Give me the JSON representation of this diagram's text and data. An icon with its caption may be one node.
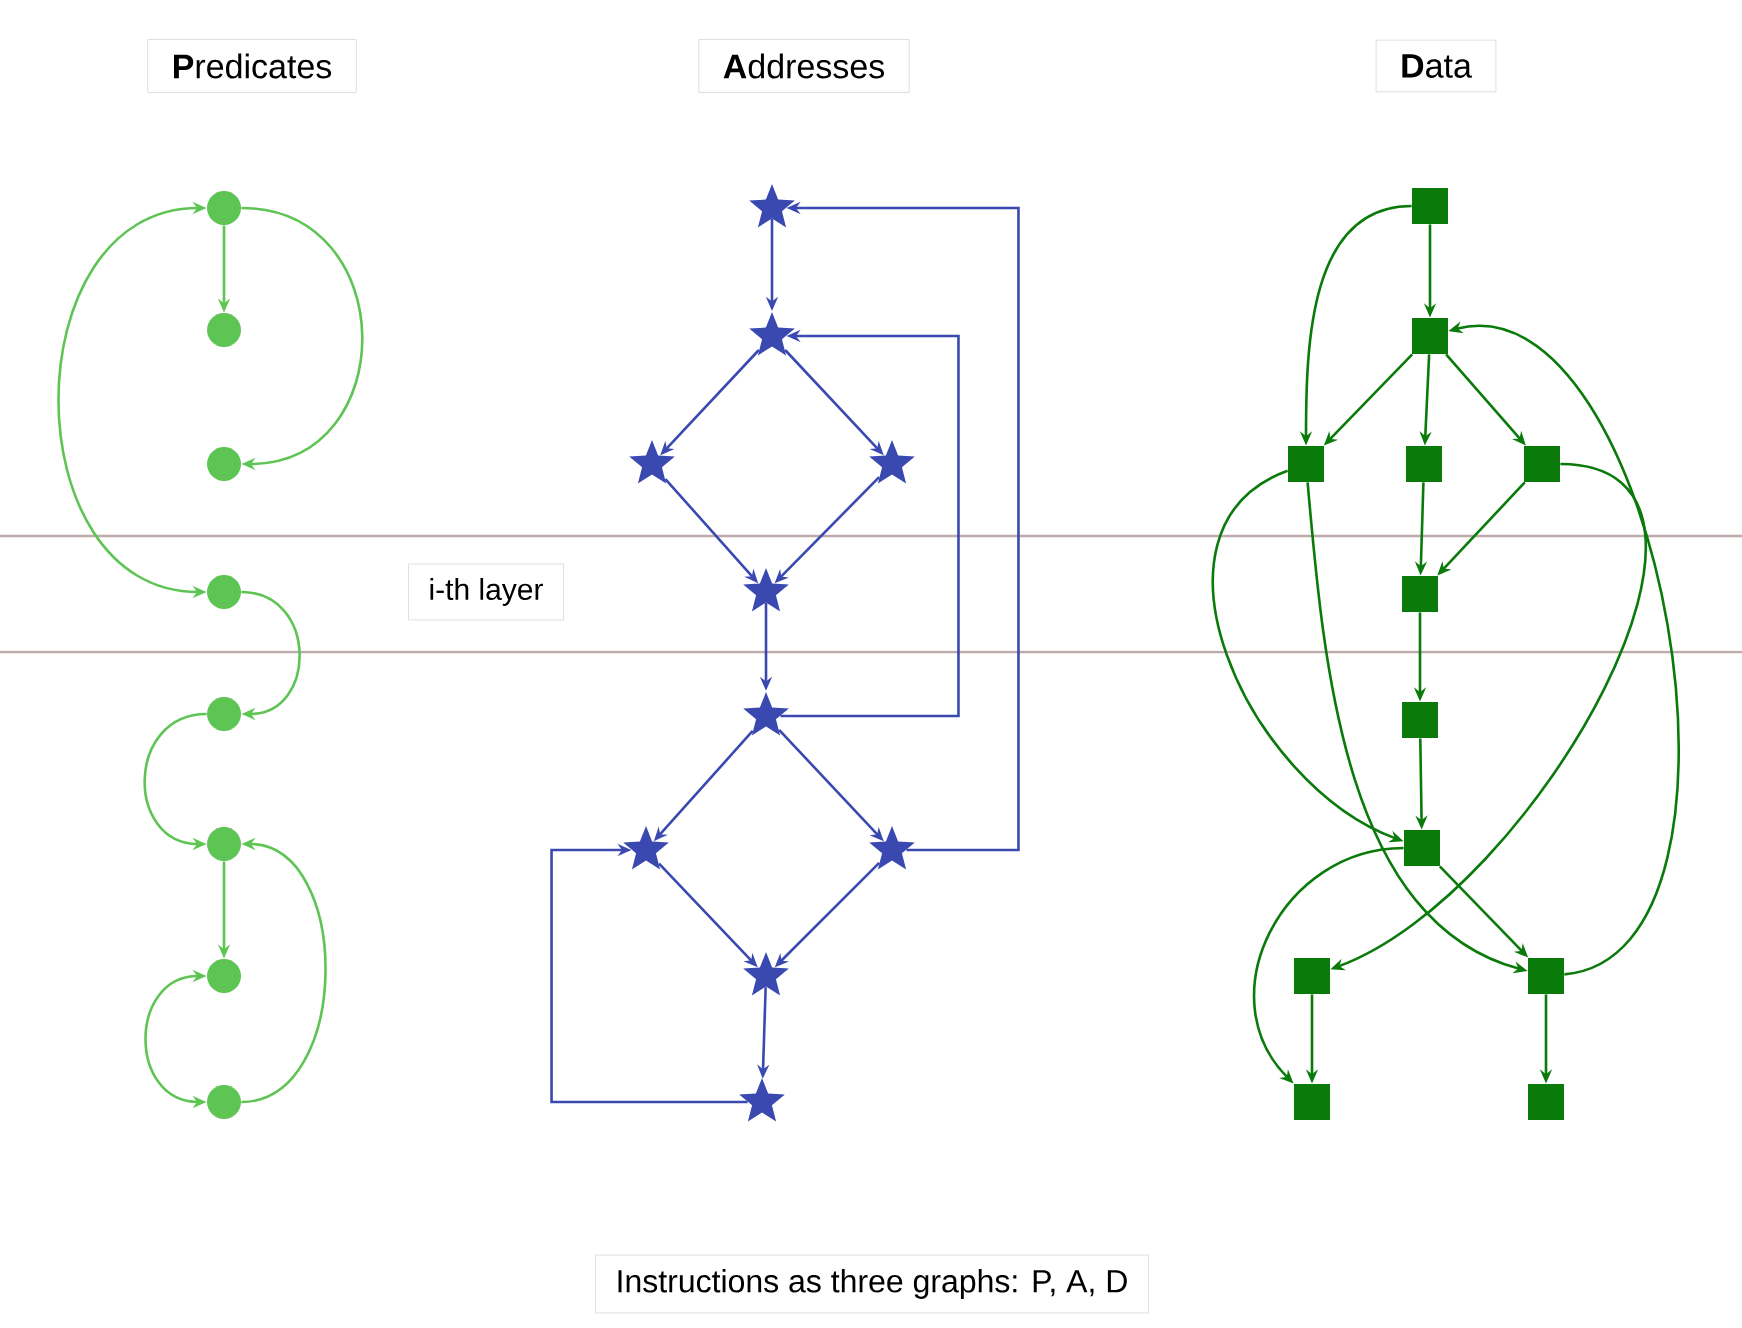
{
  "diagram": {
    "nodes": [
      {
        "text": [
          "**P**redicates"
        ]
      },
      {
        "text": [
          "**A**ddresses"
        ]
      },
      {
        "text": [
          "**D**ata"
        ]
      },
      {
        "text": [],
        "shape": "circle"
      },
      {
        "text": [],
        "shape": "circle"
      },
      {
        "text": [],
        "shape": "circle"
      },
      {
        "text": [],
        "shape": "circle"
      },
      {
        "text": [],
        "shape": "circle"
      },
      {
        "text": [],
        "shape": "circle"
      },
      {
        "text": [],
        "shape": "circle"
      },
      {
        "text": [],
        "shape": "circle"
      },
      {
        "text": [],
        "shape": "star"
      },
      {
        "text": [],
        "shape": "star"
      },
      {
        "text": [],
        "shape": "star"
      },
      {
        "text": [],
        "shape": "star"
      },
      {
        "text": [],
        "shape": "star"
      },
      {
        "text": [],
        "shape": "star"
      },
      {
        "text": [],
        "shape": "star"
      },
      {
        "text": [],
        "shape": "star"
      },
      {
        "text": [],
        "shape": "star"
      },
      {
        "text": [],
        "shape": "star"
      },
      {
        "text": [],
        "shape": "box"
      },
      {
        "text": [],
        "shape": "box"
      },
      {
        "text": [],
        "shape": "box"
      },
      {
        "text": [],
        "shape": "box"
      },
      {
        "text": [],
        "shape": "box"
      },
      {
        "text": [],
        "shape": "box"
      },
      {
        "text": [],
        "shape": "box"
      },
      {
        "text": [],
        "shape": "box"
      },
      {
        "text": [],
        "shape": "box"
      },
      {
        "text": [],
        "shape": "box"
      },
      {
        "text": [],
        "shape": "box"
      },
      {
        "text": [],
        "shape": "box"
      },
      {
        "text": [
          "i-th layer"
        ]
      },
      {
        "text": [
          "Instructions as three graphs: P, A, D"
        ]
      }
    ],
    "edges": [
      {
        "from": 3,
        "to": 4,
        "arrow": "to",
        "color": "#5ec454"
      },
      {
        "from": 3,
        "to": 5,
        "arrow": "to",
        "color": "#5ec454"
      },
      {
        "from": 6,
        "to": 3,
        "arrow": "both",
        "color": "#5ec454"
      },
      {
        "from": 6,
        "to": 7,
        "arrow": "to",
        "color": "#5ec454"
      },
      {
        "from": 7,
        "to": 8,
        "arrow": "to",
        "color": "#5ec454"
      },
      {
        "from": 8,
        "to": 9,
        "arrow": "to",
        "color": "#5ec454"
      },
      {
        "from": 10,
        "to": 8,
        "arrow": "to",
        "color": "#5ec454"
      },
      {
        "from": 9,
        "to": 10,
        "arrow": "both",
        "color": "#5ec454"
      },
      {
        "from": 11,
        "to": 12,
        "arrow": "to",
        "color": "#3a49b0"
      },
      {
        "from": 12,
        "to": 13,
        "arrow": "to",
        "color": "#3a49b0"
      },
      {
        "from": 12,
        "to": 14,
        "arrow": "to",
        "color": "#3a49b0"
      },
      {
        "from": 13,
        "to": 15,
        "arrow": "to",
        "color": "#3a49b0"
      },
      {
        "from": 14,
        "to": 15,
        "arrow": "to",
        "color": "#3a49b0"
      },
      {
        "from": 15,
        "to": 16,
        "arrow": "to",
        "color": "#3a49b0"
      },
      {
        "from": 16,
        "to": 12,
        "arrow": "to",
        "color": "#3a49b0"
      },
      {
        "from": 16,
        "to": 17,
        "arrow": "to",
        "color": "#3a49b0"
      },
      {
        "from": 16,
        "to": 18,
        "arrow": "to",
        "color": "#3a49b0"
      },
      {
        "from": 18,
        "to": 11,
        "arrow": "to",
        "color": "#3a49b0"
      },
      {
        "from": 17,
        "to": 19,
        "arrow": "to",
        "color": "#3a49b0"
      },
      {
        "from": 18,
        "to": 19,
        "arrow": "to",
        "color": "#3a49b0"
      },
      {
        "from": 19,
        "to": 20,
        "arrow": "to",
        "color": "#3a49b0"
      },
      {
        "from": 20,
        "to": 17,
        "arrow": "to",
        "color": "#3a49b0"
      },
      {
        "from": 21,
        "to": 22,
        "arrow": "to"
      },
      {
        "from": 21,
        "to": 23,
        "arrow": "to"
      },
      {
        "from": 22,
        "to": 23,
        "arrow": "to"
      },
      {
        "from": 22,
        "to": 24,
        "arrow": "to"
      },
      {
        "from": 22,
        "to": 25,
        "arrow": "to"
      },
      {
        "from": 24,
        "to": 26,
        "arrow": "to"
      },
      {
        "from": 25,
        "to": 26,
        "arrow": "to"
      },
      {
        "from": 26,
        "to": 27,
        "arrow": "to"
      },
      {
        "from": 27,
        "to": 28,
        "arrow": "to"
      },
      {
        "from": 23,
        "to": 28,
        "arrow": "to"
      },
      {
        "from": 23,
        "to": 30,
        "arrow": "to"
      },
      {
        "from": 25,
        "to": 29,
        "arrow": "to"
      },
      {
        "from": 28,
        "to": 30,
        "arrow": "to"
      },
      {
        "from": 28,
        "to": 31,
        "arrow": "to"
      },
      {
        "from": 30,
        "to": 22,
        "arrow": "to"
      },
      {
        "from": 29,
        "to": 31,
        "arrow": "to"
      },
      {
        "from": 30,
        "to": 32,
        "arrow": "to"
      }
    ]
  }
}
